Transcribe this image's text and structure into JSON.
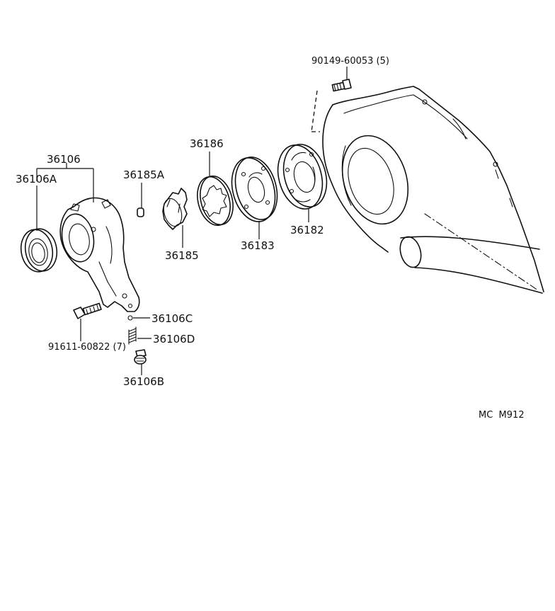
{
  "labels": {
    "p36106": "36106",
    "p36106A": "36106A",
    "p36185A": "36185A",
    "p36186": "36186",
    "p36185": "36185",
    "p36183": "36183",
    "p36182": "36182",
    "p90149": "90149-60053 (5)",
    "p91611": "91611-60822 (7)",
    "p36106C": "36106C",
    "p36106D": "36106D",
    "p36106B": "36106B",
    "code": "MC  M912"
  }
}
